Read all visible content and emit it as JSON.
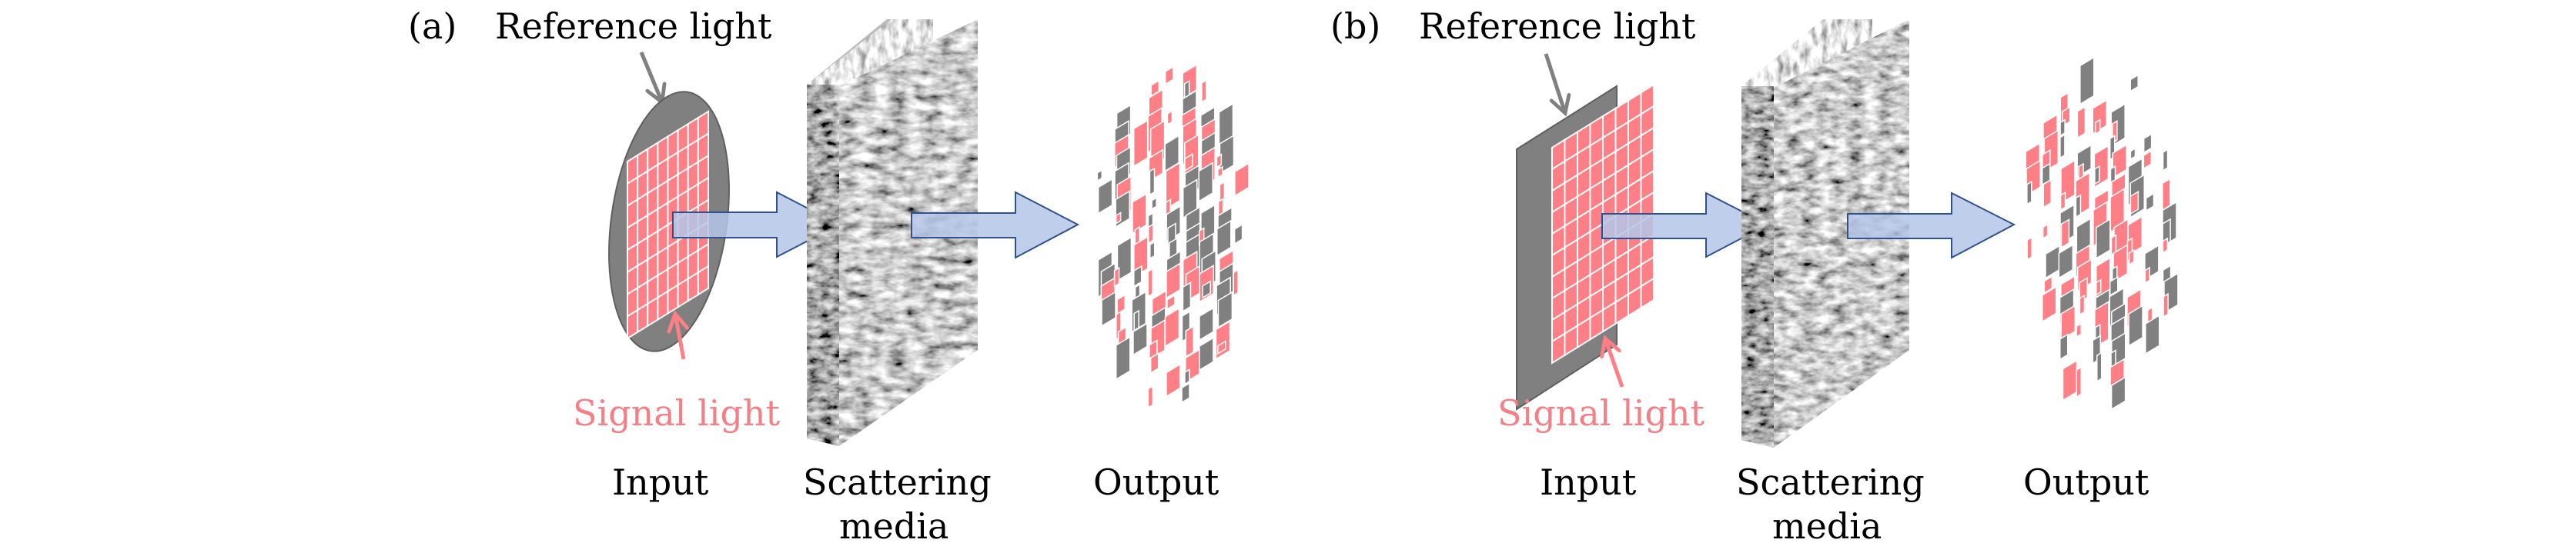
{
  "figure": {
    "colors": {
      "signal": "#ff7f86",
      "reference": "#808080",
      "arrow_fill": "#b4c7e7",
      "arrow_stroke": "#2f528f",
      "text": "#000000",
      "signal_text": "#f28086",
      "grid_line": "#ffffff"
    },
    "panels": [
      {
        "id": "a",
        "panel_label": "(a)",
        "reference_label": "Reference light",
        "signal_label": "Signal light",
        "input_label": "Input",
        "media_label_line1": "Scattering",
        "media_label_line2": "media",
        "output_label": "Output",
        "reference_shape": "ellipse",
        "signal_grid": {
          "columns": 8,
          "rows": 8
        }
      },
      {
        "id": "b",
        "panel_label": "(b)",
        "reference_label": "Reference light",
        "signal_label": "Signal light",
        "input_label": "Input",
        "media_label_line1": "Scattering",
        "media_label_line2": "media",
        "output_label": "Output",
        "reference_shape": "rectangle",
        "signal_grid": {
          "columns": 8,
          "rows": 10
        }
      }
    ]
  }
}
